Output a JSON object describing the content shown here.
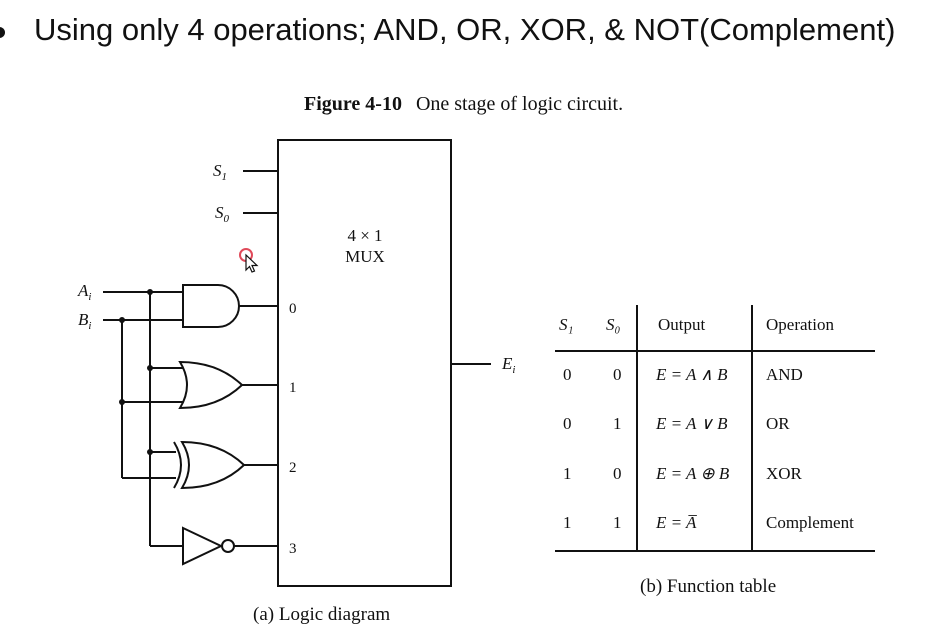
{
  "slide": {
    "title": "Using only 4 operations; AND, OR, XOR, & NOT(Complement)"
  },
  "figure": {
    "label": "Figure 4-10",
    "caption": "One stage of logic circuit."
  },
  "logic_diagram": {
    "caption": "(a) Logic diagram",
    "mux_label_line1": "4 × 1",
    "mux_label_line2": "MUX",
    "select_inputs": [
      "S",
      "S"
    ],
    "select_subscripts": [
      "1",
      "0"
    ],
    "data_inputs": [
      "A",
      "B"
    ],
    "data_subscript": "i",
    "output": "E",
    "output_subscript": "i",
    "mux_input_numbers": [
      "0",
      "1",
      "2",
      "3"
    ],
    "gates": [
      "and-gate",
      "or-gate",
      "xor-gate",
      "not-gate"
    ]
  },
  "function_table": {
    "caption": "(b) Function table",
    "headers": [
      "S₁",
      "S₀",
      "Output",
      "Operation"
    ],
    "rows": [
      {
        "s1": "0",
        "s0": "0",
        "output": "E = A ∧ B",
        "operation": "AND"
      },
      {
        "s1": "0",
        "s0": "1",
        "output": "E = A ∨ B",
        "operation": "OR"
      },
      {
        "s1": "1",
        "s0": "0",
        "output": "E = A ⊕ B",
        "operation": "XOR"
      },
      {
        "s1": "1",
        "s0": "1",
        "output": "E = A̅",
        "operation": "Complement"
      }
    ]
  },
  "icons": {
    "cursor": "mouse-pointer-icon"
  }
}
